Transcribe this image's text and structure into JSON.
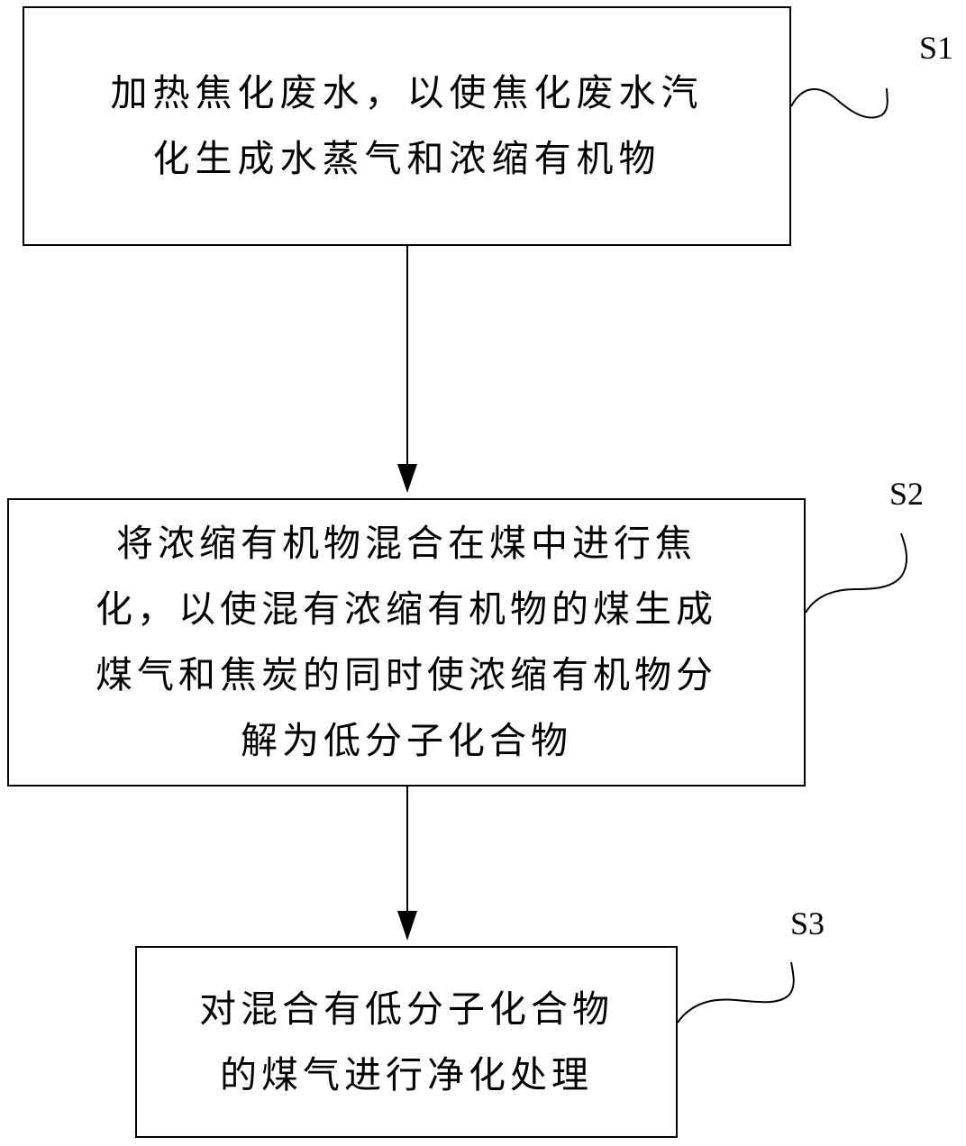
{
  "steps": [
    {
      "id": "S1",
      "label": "S1",
      "text": "加热焦化废水，以使焦化废水汽\n化生成水蒸气和浓缩有机物"
    },
    {
      "id": "S2",
      "label": "S2",
      "text": "将浓缩有机物混合在煤中进行焦\n化，以使混有浓缩有机物的煤生成\n煤气和焦炭的同时使浓缩有机物分\n解为低分子化合物"
    },
    {
      "id": "S3",
      "label": "S3",
      "text": "对混合有低分子化合物\n的煤气进行净化处理"
    }
  ],
  "colors": {
    "line": "#000000",
    "background": "#ffffff"
  }
}
